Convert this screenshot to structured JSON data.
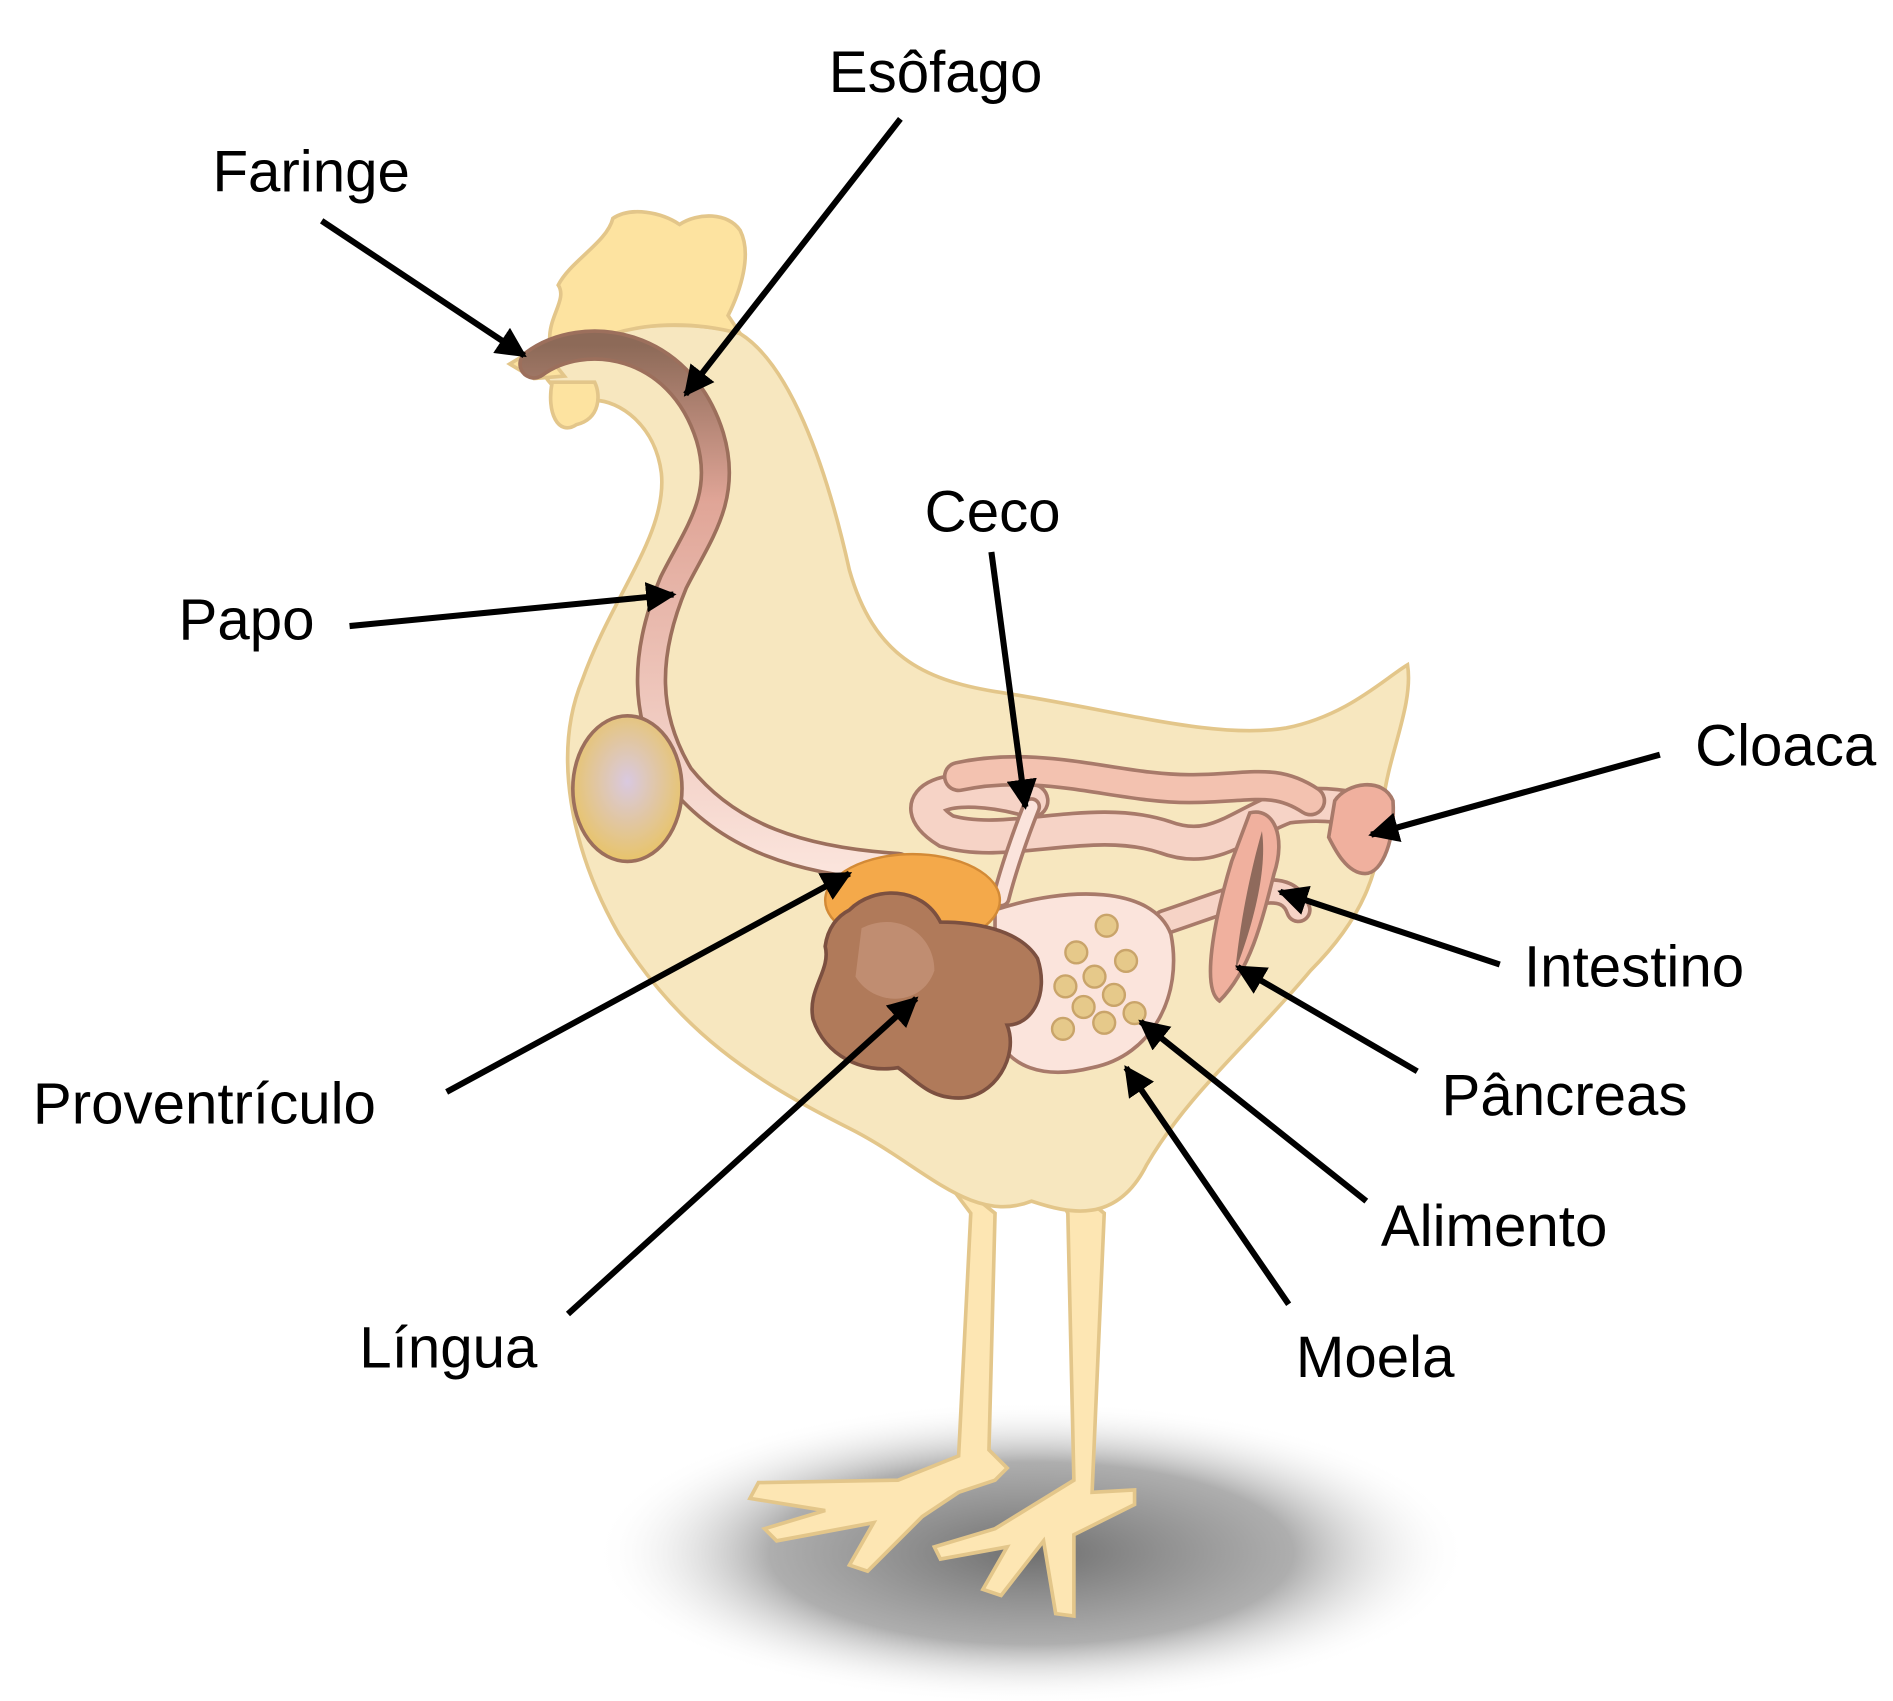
{
  "labels": {
    "faringe": "Faringe",
    "esofago": "Esôfago",
    "papo": "Papo",
    "ceco": "Ceco",
    "cloaca": "Cloaca",
    "intestino": "Intestino",
    "pancreas": "Pâncreas",
    "alimento": "Alimento",
    "moela": "Moela",
    "proventriculo": "Proventrículo",
    "lingua": "Língua"
  },
  "colors": {
    "body": "#f7e7bf",
    "body_outline": "#e3c68a",
    "comb": "#fde3a0",
    "crop": "#e8c46a",
    "proventriculus": "#f4a94a",
    "gizzard": "#b07a5a",
    "intestine": "#f3c2b0",
    "esophagus": "#c48d7d"
  }
}
